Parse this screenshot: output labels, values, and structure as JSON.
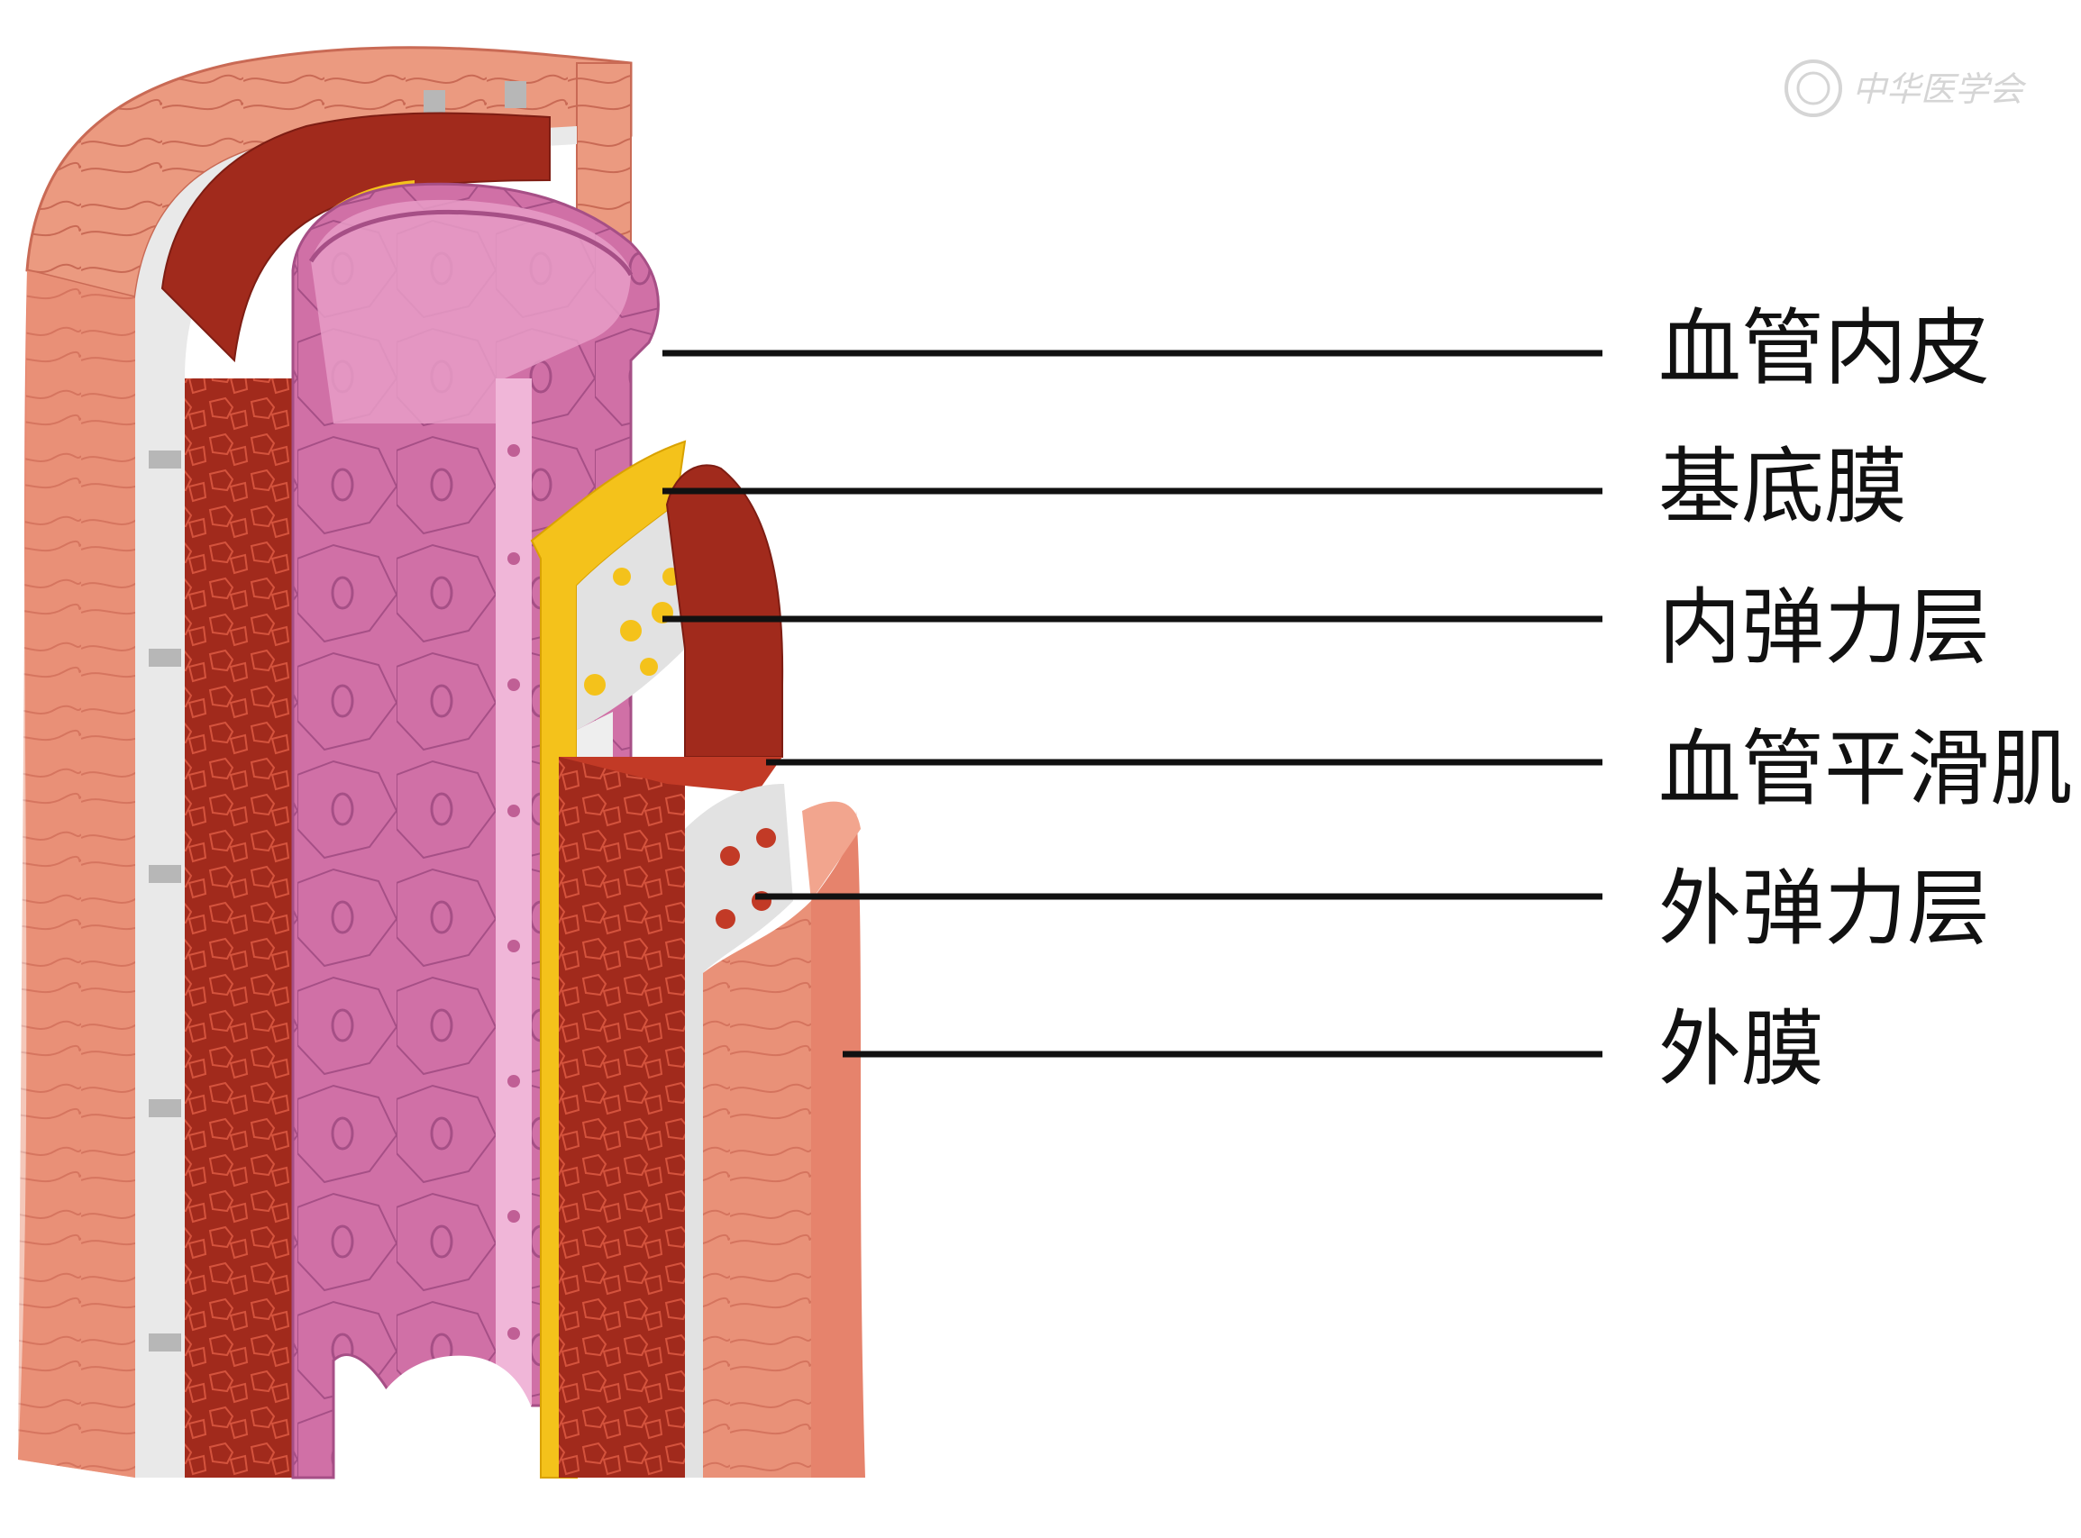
{
  "labels": [
    {
      "id": "endothelium",
      "text": "血管内皮"
    },
    {
      "id": "basement-membrane",
      "text": "基底膜"
    },
    {
      "id": "internal-elastic-lamina",
      "text": "内弹力层"
    },
    {
      "id": "smooth-muscle",
      "text": "血管平滑肌"
    },
    {
      "id": "external-elastic-lamina",
      "text": "外弹力层"
    },
    {
      "id": "adventitia",
      "text": "外膜"
    }
  ],
  "watermark": {
    "text": "中华医学会"
  },
  "colors": {
    "adventitia": "#e6836c",
    "adventitia_light": "#f2a58e",
    "adventitia_dark": "#b24a3a",
    "muscle": "#a12a1c",
    "muscle_dark": "#7e1d13",
    "elastic": "#dcdcdc",
    "basement": "#f4c21b",
    "endothelium": "#d070a6",
    "endothelium_light": "#e79cc7",
    "endothelium_dark": "#a64f86"
  }
}
